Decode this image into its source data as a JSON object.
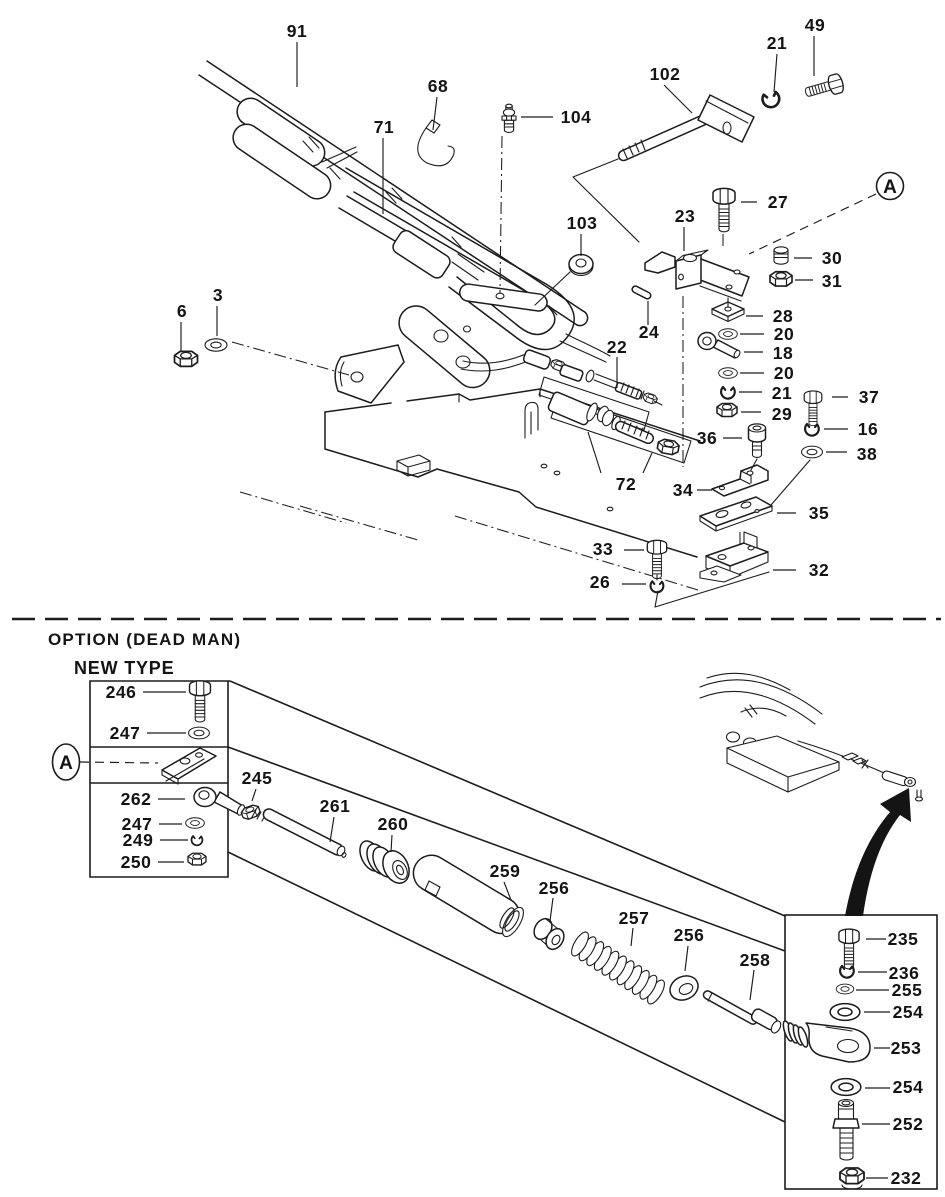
{
  "colors": {
    "line": "#1c1c1c",
    "background": "#ffffff"
  },
  "top_section": {
    "detail_marker": "A",
    "labels": [
      {
        "id": "91",
        "text": "91"
      },
      {
        "id": "68",
        "text": "68"
      },
      {
        "id": "71",
        "text": "71"
      },
      {
        "id": "104",
        "text": "104"
      },
      {
        "id": "102",
        "text": "102"
      },
      {
        "id": "21a",
        "text": "21"
      },
      {
        "id": "49",
        "text": "49"
      },
      {
        "id": "27",
        "text": "27"
      },
      {
        "id": "23",
        "text": "23"
      },
      {
        "id": "103",
        "text": "103"
      },
      {
        "id": "30",
        "text": "30"
      },
      {
        "id": "31",
        "text": "31"
      },
      {
        "id": "24",
        "text": "24"
      },
      {
        "id": "22",
        "text": "22"
      },
      {
        "id": "28",
        "text": "28"
      },
      {
        "id": "20a",
        "text": "20"
      },
      {
        "id": "18",
        "text": "18"
      },
      {
        "id": "20b",
        "text": "20"
      },
      {
        "id": "21b",
        "text": "21"
      },
      {
        "id": "29",
        "text": "29"
      },
      {
        "id": "37",
        "text": "37"
      },
      {
        "id": "16",
        "text": "16"
      },
      {
        "id": "38",
        "text": "38"
      },
      {
        "id": "36",
        "text": "36"
      },
      {
        "id": "72",
        "text": "72"
      },
      {
        "id": "34",
        "text": "34"
      },
      {
        "id": "35",
        "text": "35"
      },
      {
        "id": "32",
        "text": "32"
      },
      {
        "id": "33",
        "text": "33"
      },
      {
        "id": "26",
        "text": "26"
      },
      {
        "id": "6",
        "text": "6"
      },
      {
        "id": "3",
        "text": "3"
      }
    ]
  },
  "bottom_section": {
    "heading": "OPTION (DEAD MAN)",
    "subheading": "NEW TYPE",
    "detail_marker": "A",
    "labels": [
      {
        "id": "246",
        "text": "246"
      },
      {
        "id": "247a",
        "text": "247"
      },
      {
        "id": "262",
        "text": "262"
      },
      {
        "id": "247b",
        "text": "247"
      },
      {
        "id": "249",
        "text": "249"
      },
      {
        "id": "250",
        "text": "250"
      },
      {
        "id": "245",
        "text": "245"
      },
      {
        "id": "261",
        "text": "261"
      },
      {
        "id": "260",
        "text": "260"
      },
      {
        "id": "259",
        "text": "259"
      },
      {
        "id": "256a",
        "text": "256"
      },
      {
        "id": "257",
        "text": "257"
      },
      {
        "id": "256b",
        "text": "256"
      },
      {
        "id": "258",
        "text": "258"
      },
      {
        "id": "235",
        "text": "235"
      },
      {
        "id": "236",
        "text": "236"
      },
      {
        "id": "255",
        "text": "255"
      },
      {
        "id": "254a",
        "text": "254"
      },
      {
        "id": "253",
        "text": "253"
      },
      {
        "id": "254b",
        "text": "254"
      },
      {
        "id": "252",
        "text": "252"
      },
      {
        "id": "232",
        "text": "232"
      }
    ]
  }
}
